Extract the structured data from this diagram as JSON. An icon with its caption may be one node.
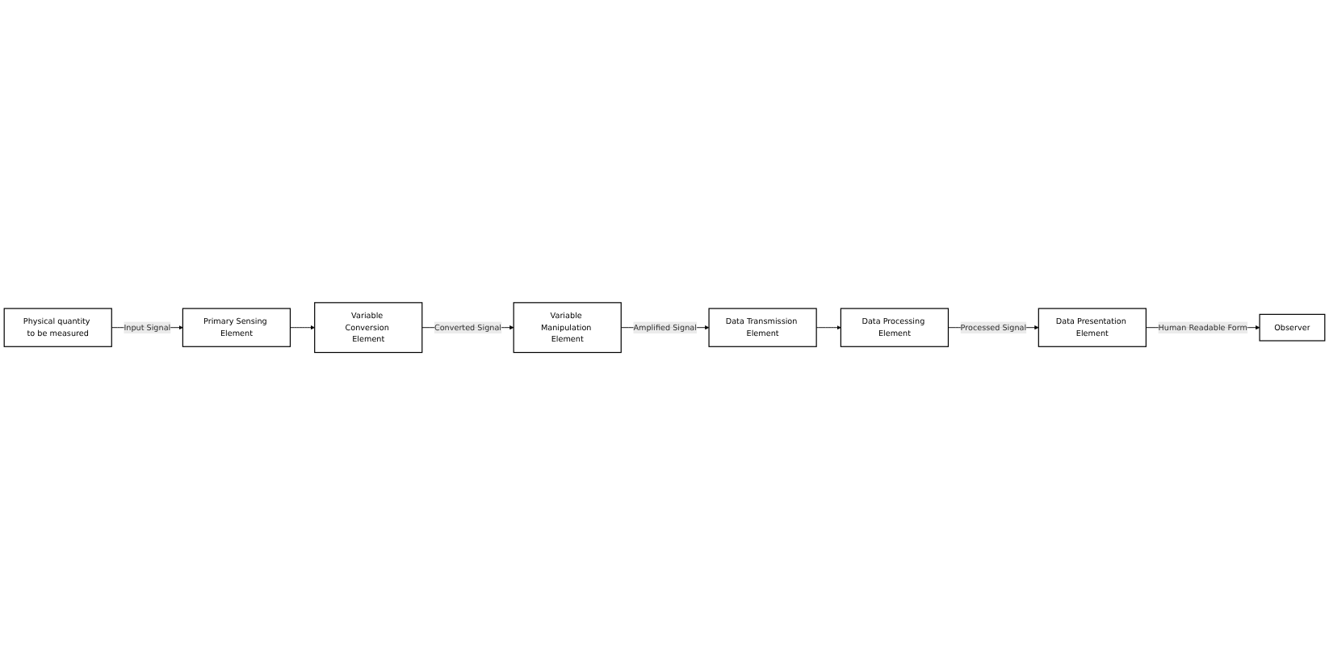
{
  "diagram": {
    "nodes": [
      {
        "text": [
          "Physical quantity to be measured"
        ]
      },
      {
        "text": [
          "Primary Sensing Element"
        ]
      },
      {
        "text": [
          "Variable Conversion Element"
        ]
      },
      {
        "text": [
          "Data Processing Element"
        ]
      },
      {
        "text": [
          "Data Transmission Element"
        ]
      },
      {
        "text": [
          "Variable Manipulation Element"
        ]
      },
      {
        "text": [
          "Data Presentation Element"
        ]
      },
      {
        "text": [
          "Observer"
        ]
      }
    ],
    "edges": [
      {
        "from": 0,
        "to": 1,
        "arrow": "to",
        "label": "Input Signal"
      },
      {
        "from": 1,
        "to": 2,
        "arrow": "to"
      },
      {
        "from": 2,
        "to": 5,
        "arrow": "to",
        "label": "Converted Signal"
      },
      {
        "from": 5,
        "to": 4,
        "arrow": "to",
        "label": "Amplified Signal"
      },
      {
        "from": 4,
        "to": 3,
        "arrow": "to"
      },
      {
        "from": 3,
        "to": 6,
        "arrow": "to",
        "label": "Processed Signal"
      },
      {
        "from": 6,
        "to": 7,
        "arrow": "to",
        "label": "Human Readable Form"
      }
    ]
  }
}
